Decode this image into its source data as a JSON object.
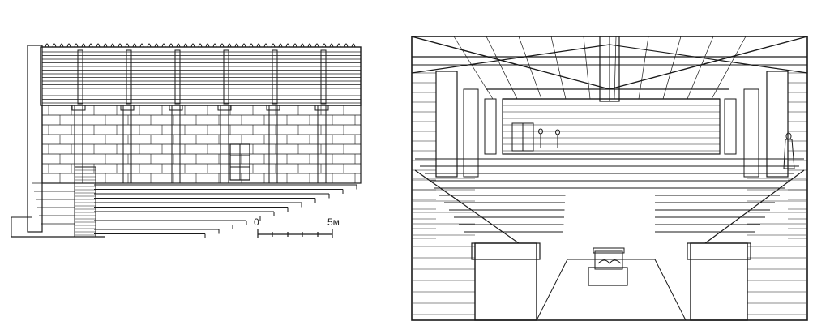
{
  "scale_bar": {
    "start_label": "0",
    "end_label": "5м"
  },
  "colors": {
    "ink": "#1a1a1a",
    "paper": "#ffffff"
  },
  "figures": [
    {
      "name": "section-elevation-drawing"
    },
    {
      "name": "interior-perspective-drawing"
    }
  ]
}
